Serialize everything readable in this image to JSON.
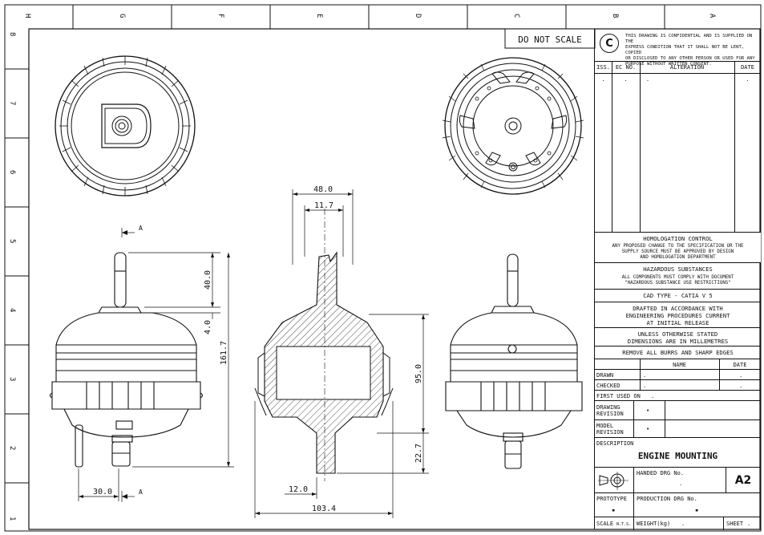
{
  "grid": {
    "columns": [
      "H",
      "G",
      "F",
      "E",
      "D",
      "C",
      "B",
      "A"
    ],
    "rows": [
      "8",
      "7",
      "6",
      "5",
      "4",
      "3",
      "2",
      "1"
    ]
  },
  "do_not_scale": "DO NOT SCALE",
  "confidential": {
    "symbol": "C",
    "line1": "THIS DRAWING IS CONFIDENTIAL AND IS SUPPLIED ON THE",
    "line2": "EXPRESS CONDITION THAT IT SHALL NOT BE LENT, COPIED",
    "line3": "OR DISCLOSED TO ANY OTHER PERSON OR USED FOR ANY",
    "line4": "PURPOSE WITHOUT WRITTEN CONSENT."
  },
  "revision_table": {
    "headers": [
      "ISS.",
      "EC NO.",
      "ALTERATION",
      "DATE"
    ],
    "row": [
      ".",
      ".",
      ".",
      "."
    ]
  },
  "homologation": {
    "title": "HOMOLOGATION CONTROL",
    "line1": "ANY PROPOSED CHANGE TO THE SPECIFICATION OR THE",
    "line2": "SUPPLY SOURCE MUST BE APPROVED BY    DESIGN",
    "line3": "AND HOMOLOGATION DEPARTMENT"
  },
  "hazardous": {
    "title": "HAZARDOUS SUBSTANCES",
    "line1": "ALL COMPONENTS MUST COMPLY WITH      DOCUMENT",
    "line2": "\"HAZARDOUS SUBSTANCE USE RESTRICTIONS\""
  },
  "cad_type": "CAD TYPE - CATIA V 5",
  "drafted": {
    "line1": "DRAFTED IN ACCORDANCE WITH",
    "line2": "ENGINEERING PROCEDURES CURRENT",
    "line3": "AT INITIAL RELEASE"
  },
  "units": {
    "line1": "UNLESS OTHERWISE STATED",
    "line2": "DIMENSIONS ARE IN MILLEMETRES"
  },
  "burrs": "REMOVE ALL BURRS AND SHARP EDGES",
  "signoff": {
    "name_header": "NAME",
    "date_header": "DATE",
    "drawn": "DRAWN",
    "checked": "CHECKED",
    "dot": ".",
    "first_used": "FIRST USED ON",
    "first_used_val": ".",
    "drawing_revision_1": "DRAWING",
    "drawing_revision_2": "REVISION",
    "model_revision_1": "MODEL",
    "model_revision_2": "REVISION",
    "revision_val": "•"
  },
  "description": {
    "label": "DESCRIPTION",
    "value": "ENGINE MOUNTING"
  },
  "handed": {
    "label": "HANDED DRG No.",
    "value": ".",
    "size": "A2"
  },
  "prototype": {
    "label": "PROTOTYPE",
    "value": "▪",
    "production_label": "PRODUCTION DRG No.",
    "production_value": "▪"
  },
  "footer": {
    "scale": "SCALE",
    "scale_val": "N.T.S.",
    "weight": "WEIGHT(kg)",
    "weight_val": ".",
    "sheet": "SHEET",
    "sheet_val": "."
  },
  "dimensions": {
    "d48": "48.0",
    "d11_7": "11.7",
    "d40": "40.0",
    "d4": "4.0",
    "d161_7": "161.7",
    "d95": "95.0",
    "d22_7": "22.7",
    "d12": "12.0",
    "d103_4": "103.4",
    "d30": "30.0",
    "section_a": "A"
  }
}
